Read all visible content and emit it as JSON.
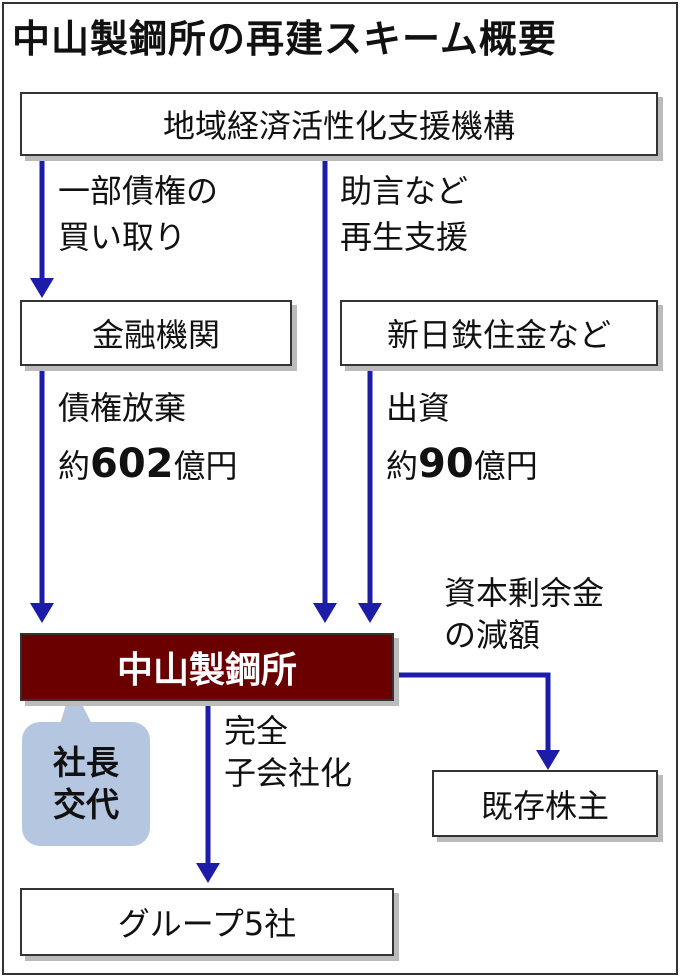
{
  "title": "中山製鋼所の再建スキーム概要",
  "nodes": {
    "agency": "地域経済活性化支援機構",
    "banks": "金融機関",
    "nssmc": "新日鉄住金など",
    "company": "中山製鋼所",
    "shareholders": "既存株主",
    "group": "グループ5社"
  },
  "edges": {
    "agency_to_banks": [
      "一部債権の",
      "買い取り"
    ],
    "agency_to_company": [
      "助言など",
      "再生支援"
    ],
    "banks_to_company": {
      "line1": "債権放棄",
      "prefix": "約",
      "amount": "602",
      "unit": "億円"
    },
    "nssmc_to_company": {
      "line1": "出資",
      "prefix": "約",
      "amount": "90",
      "unit": "億円"
    },
    "company_to_shareholders": [
      "資本剰余金",
      "の減額"
    ],
    "company_to_group": [
      "完全",
      "子会社化"
    ]
  },
  "callout": [
    "社長",
    "交代"
  ],
  "colors": {
    "arrow": "#1c1ca8",
    "company": "#6b0000",
    "callout": "#b4c6e0"
  }
}
